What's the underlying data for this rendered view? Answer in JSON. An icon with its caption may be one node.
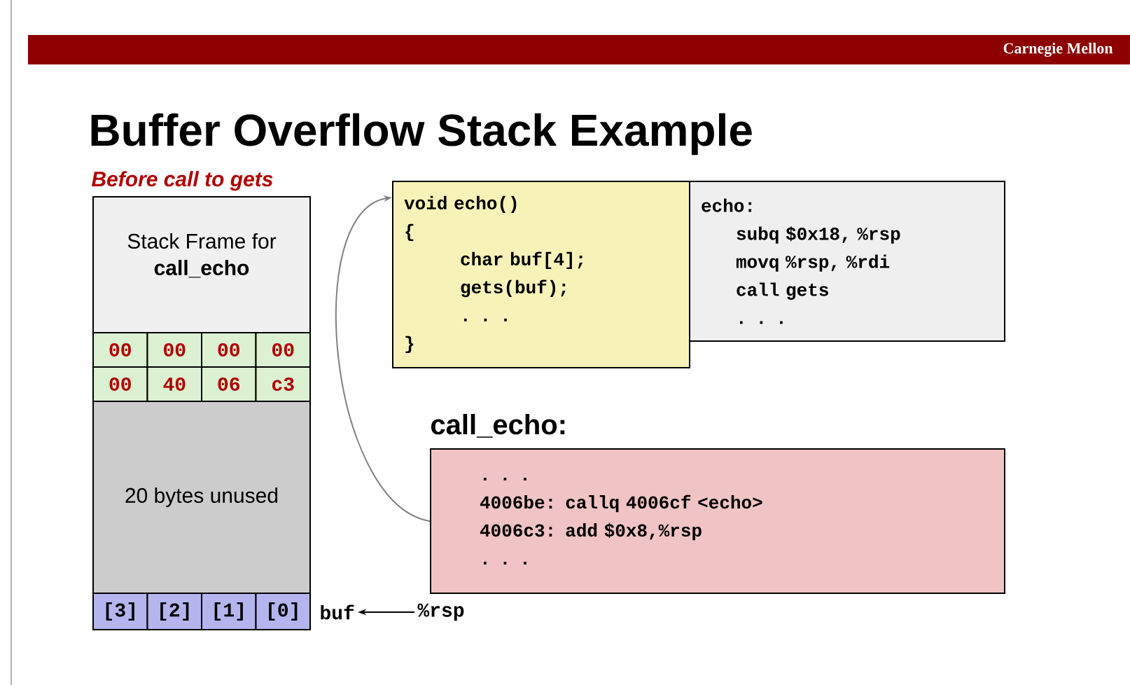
{
  "diagram": {
    "title": "Buffer Overflow Stack Example",
    "nodes": [
      {
        "text": [
          "Stack Frame for **call_echo**"
        ],
        "beside": [
          "Before call to gets"
        ]
      },
      {
        "text": [
          "00"
        ]
      },
      {
        "text": [
          "00"
        ]
      },
      {
        "text": [
          "00"
        ]
      },
      {
        "text": [
          "00"
        ]
      },
      {
        "text": [
          "00"
        ]
      },
      {
        "text": [
          "40"
        ]
      },
      {
        "text": [
          "06"
        ]
      },
      {
        "text": [
          "c3"
        ]
      },
      {
        "text": [
          "20 bytes unused"
        ]
      },
      {
        "text": [
          "[3]"
        ]
      },
      {
        "text": [
          "[2]"
        ]
      },
      {
        "text": [
          "[1]"
        ]
      },
      {
        "text": [
          "[0]"
        ]
      },
      {
        "text": [
          "buf"
        ]
      },
      {
        "text": [
          "%rsp"
        ]
      },
      {
        "text": [
          "void echo()",
          "{",
          "char buf[4];",
          "gets(buf);",
          ". . .",
          "}"
        ]
      },
      {
        "text": [
          "echo:",
          "subq $0x18, %rsp",
          "movq %rsp, %rdi",
          "call gets",
          ". . ."
        ]
      },
      {
        "text": [
          "call_echo:",
          ". . .",
          "4006be: callq 4006cf <echo>",
          "4006c3: add $0x8,%rsp",
          ". . ."
        ]
      }
    ],
    "edges": [
      {
        "from": 15,
        "to": 14,
        "arrow": "to"
      },
      {
        "from": 18,
        "to": 16,
        "arrow": "to",
        "color": "#808080"
      }
    ],
    "labels": [
      "Carnegie Mellon"
    ]
  }
}
